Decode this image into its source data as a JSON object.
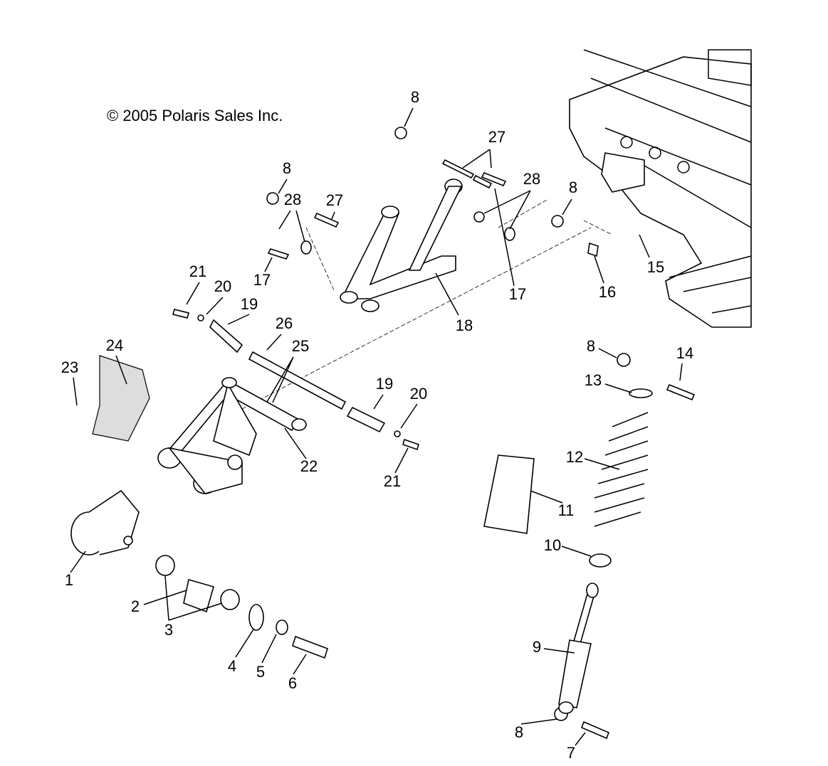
{
  "copyright": "© 2005 Polaris Sales Inc.",
  "callouts": [
    "8",
    "27",
    "8",
    "28",
    "27",
    "28",
    "8",
    "17",
    "21",
    "20",
    "19",
    "26",
    "25",
    "24",
    "23",
    "18",
    "17",
    "16",
    "15",
    "8",
    "14",
    "13",
    "19",
    "20",
    "12",
    "22",
    "21",
    "11",
    "1",
    "10",
    "2",
    "3",
    "4",
    "5",
    "6",
    "9",
    "8",
    "7"
  ],
  "line_color": "#000000",
  "background": "#ffffff"
}
